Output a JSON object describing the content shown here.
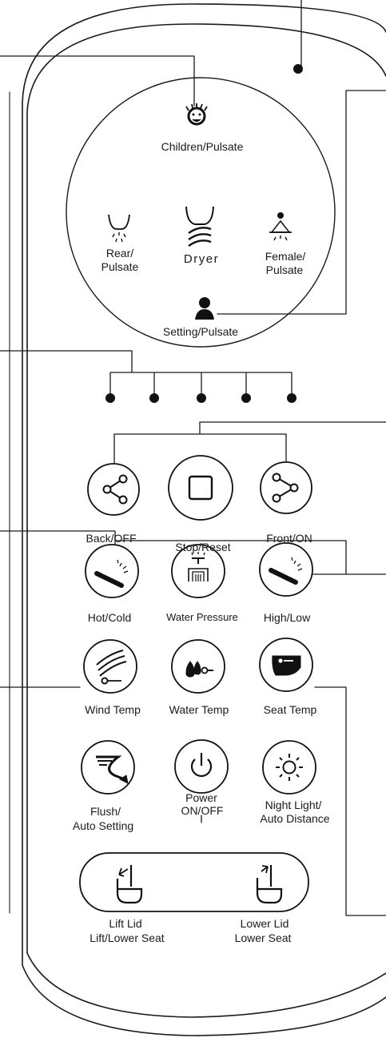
{
  "remote": {
    "mode_circle": {
      "children": "Children/Pulsate",
      "rear_line1": "Rear/",
      "rear_line2": "Pulsate",
      "dryer": "Dryer",
      "female_line1": "Female/",
      "female_line2": "Pulsate",
      "setting": "Setting/Pulsate"
    },
    "indicator_leds": 5,
    "buttons": {
      "back": "Back/OFF",
      "stop": "Stop/Reset",
      "front": "Front/ON",
      "hot_cold": "Hot/Cold",
      "water_pressure": "Water Pressure",
      "high_low": "High/Low",
      "wind_temp": "Wind Temp",
      "water_temp": "Water Temp",
      "seat_temp": "Seat Temp",
      "flush_line1": "Flush/",
      "flush_line2": "Auto Setting",
      "power_line1": "Power",
      "power_line2": "ON/OFF",
      "night_line1": "Night Light/",
      "night_line2": "Auto Distance"
    },
    "lid": {
      "left_line1": "Lift Lid",
      "left_line2": "Lift/Lower Seat",
      "right_line1": "Lower Lid",
      "right_line2": "Lower Seat"
    }
  }
}
